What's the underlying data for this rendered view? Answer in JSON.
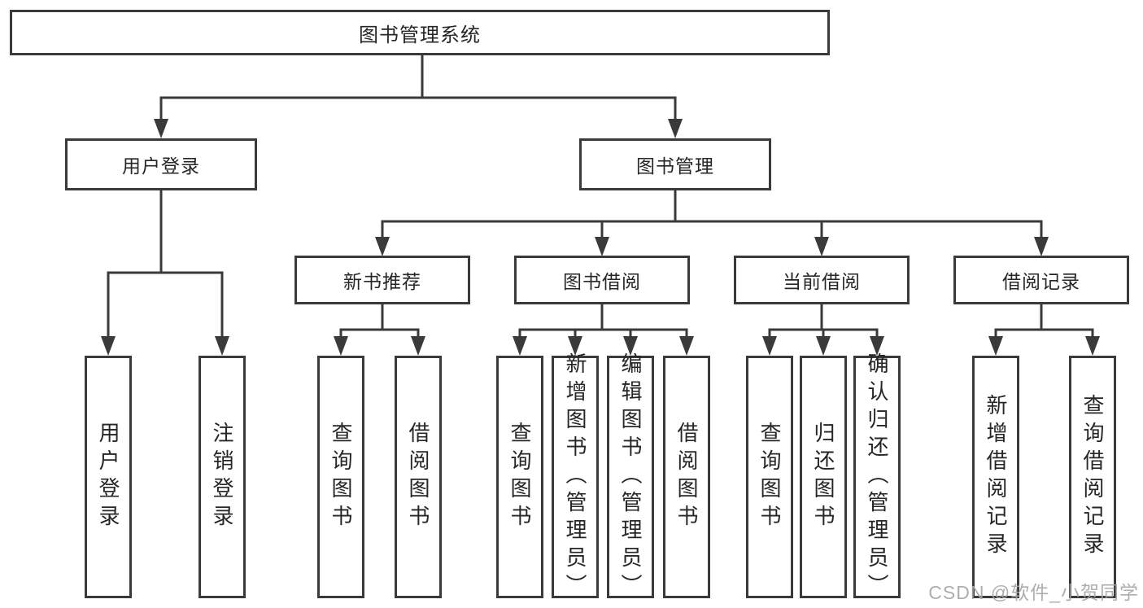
{
  "watermark": {
    "text": "CSDN @软件_小贺同学"
  },
  "colors": {
    "line": "#3a3a3a",
    "border": "#3a3a3a",
    "text": "#262626",
    "watermark": "#a5a5a5",
    "background": "#ffffff"
  },
  "tree": {
    "root": {
      "label": "图书管理系统"
    },
    "branches": [
      {
        "label": "用户登录",
        "leaves": [
          {
            "label": "用户登录"
          },
          {
            "label": "注销登录"
          }
        ]
      },
      {
        "label": "图书管理",
        "groups": [
          {
            "label": "新书推荐",
            "leaves": [
              {
                "label": "查询图书"
              },
              {
                "label": "借阅图书"
              }
            ]
          },
          {
            "label": "图书借阅",
            "leaves": [
              {
                "label": "查询图书"
              },
              {
                "label": "新增图书（管理员）"
              },
              {
                "label": "编辑图书（管理员）"
              },
              {
                "label": "借阅图书"
              }
            ]
          },
          {
            "label": "当前借阅",
            "leaves": [
              {
                "label": "查询图书"
              },
              {
                "label": "归还图书"
              },
              {
                "label": "确认归还（管理员）"
              }
            ]
          },
          {
            "label": "借阅记录",
            "leaves": [
              {
                "label": "新增借阅记录"
              },
              {
                "label": "查询借阅记录"
              }
            ]
          }
        ]
      }
    ]
  }
}
